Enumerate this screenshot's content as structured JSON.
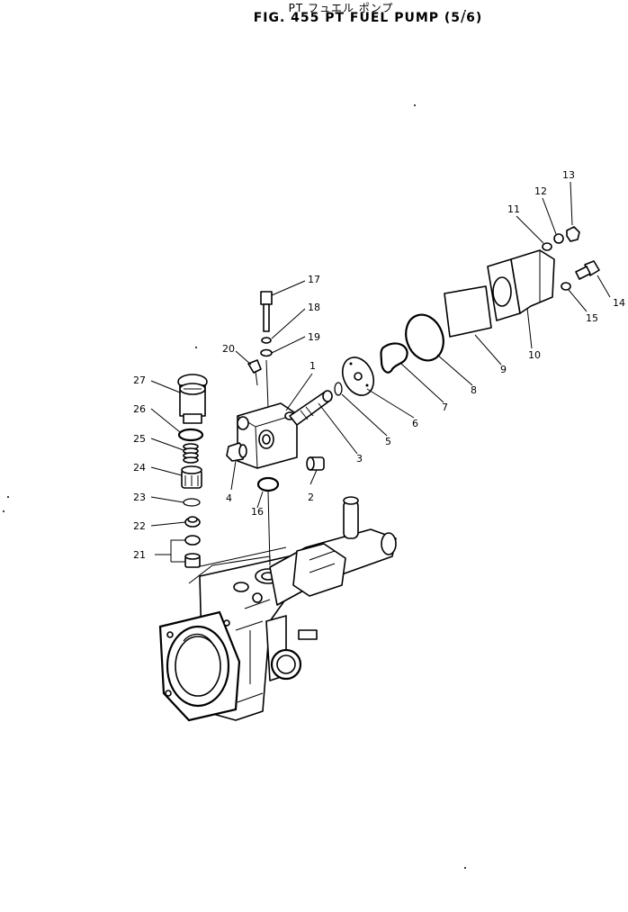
{
  "header": {
    "jp_title": "PT フュエル ポンプ",
    "title": "FIG. 455  PT  FUEL  PUMP  (5/6)"
  },
  "callouts": [
    "1",
    "2",
    "3",
    "4",
    "5",
    "6",
    "7",
    "8",
    "9",
    "10",
    "11",
    "12",
    "13",
    "14",
    "15",
    "16",
    "17",
    "18",
    "19",
    "20",
    "21",
    "22",
    "23",
    "24",
    "25",
    "26",
    "27"
  ]
}
